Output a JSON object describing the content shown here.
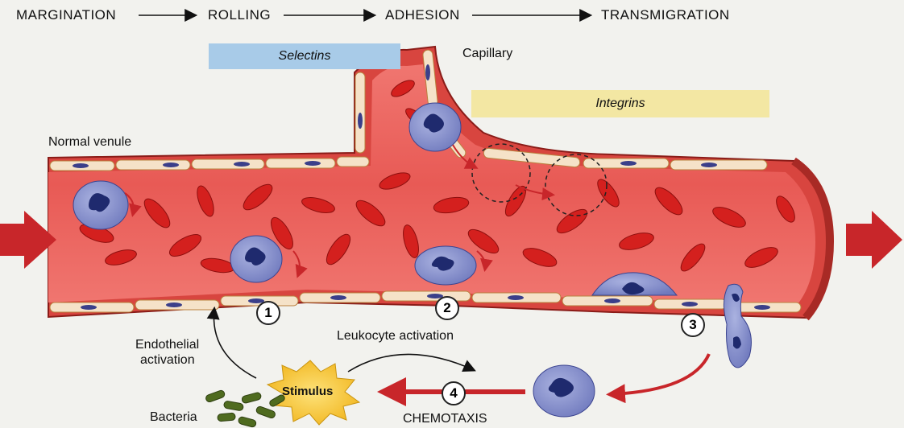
{
  "stages": [
    "MARGINATION",
    "ROLLING",
    "ADHESION",
    "TRANSMIGRATION"
  ],
  "bands": {
    "selectins": "Selectins",
    "integrins": "Integrins"
  },
  "labels": {
    "capillary": "Capillary",
    "normal_venule": "Normal venule",
    "endothelial_activation_1": "Endothelial",
    "endothelial_activation_2": "activation",
    "leukocyte_activation": "Leukocyte activation",
    "stimulus": "Stimulus",
    "bacteria": "Bacteria",
    "chemotaxis": "CHEMOTAXIS"
  },
  "step_numbers": [
    "1",
    "2",
    "3",
    "4"
  ],
  "colors": {
    "vessel_lumen": "#e85a55",
    "vessel_wall": "#d8453f",
    "endothelium": "#f5e2c8",
    "rbc": "#d4201e",
    "leukocyte": "#7d88c9",
    "leukocyte_nucleus": "#1f2a6e",
    "selectins_band": "#a8cbe8",
    "integrins_band": "#f3e7a3",
    "flow_arrow": "#c8262a",
    "stimulus": "#f4c12b",
    "bacteria": "#4f6b1f"
  },
  "icons": [
    "flow-in-arrow-icon",
    "flow-out-arrow-icon",
    "stimulus-burst-icon",
    "bacteria-icon",
    "leukocyte-icon",
    "red-blood-cell-icon"
  ]
}
